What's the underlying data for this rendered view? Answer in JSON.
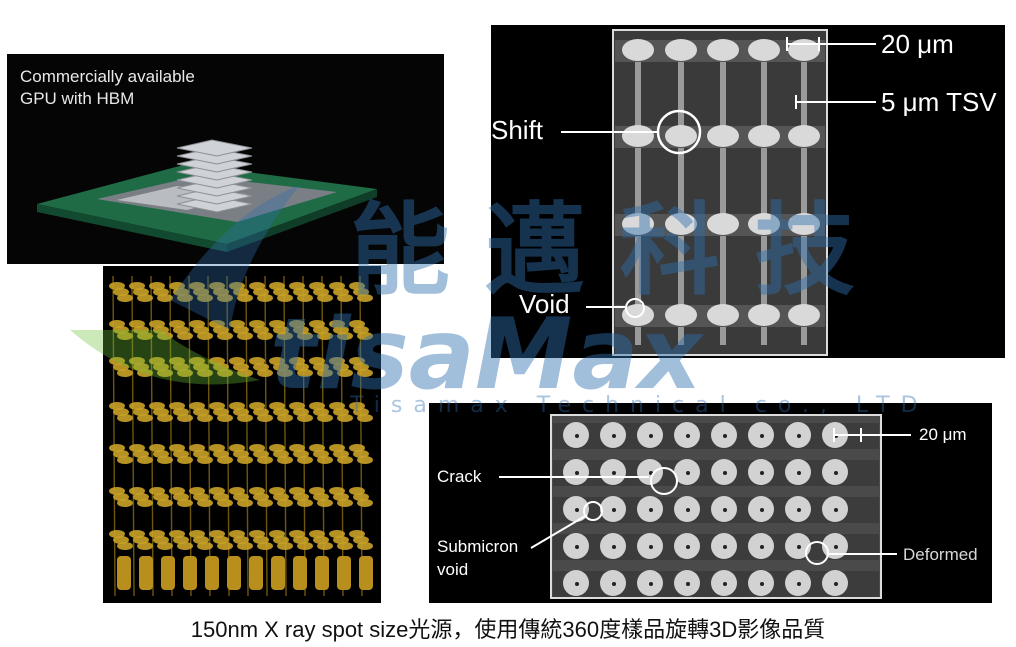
{
  "gpu_panel": {
    "caption_line1": "Commercially available",
    "caption_line2": "GPU with HBM"
  },
  "tsv_panel": {
    "scale_20": "20 μm",
    "scale_5": "5 μm TSV",
    "shift": "Shift",
    "void": "Void"
  },
  "sem_panel": {
    "scale_20": "20 μm",
    "crack": "Crack",
    "submicron_line1": "Submicron",
    "submicron_line2": "void",
    "deformed": "Deformed"
  },
  "watermark": {
    "chinese": "能 邁 科 技",
    "brand": "tisaMax",
    "company": "Tisamax Technical co., LTD"
  },
  "caption": "150nm X ray spot size光源，使用傳統360度樣品旋轉3D影像品質",
  "colors": {
    "watermark_blue": "#2f6fb0",
    "watermark_green": "#6cbf3a",
    "solder_gold": "#c9a227"
  }
}
